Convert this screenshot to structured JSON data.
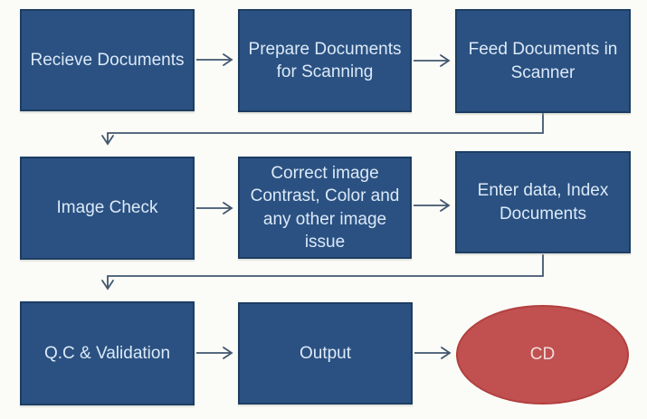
{
  "diagram_type": "flowchart",
  "colors": {
    "background": "#fbfcf8",
    "box_fill": "#2a5181",
    "box_border": "#1d3e63",
    "box_text": "#dce9f8",
    "ellipse_fill": "#c05150",
    "ellipse_border": "#b2403f",
    "ellipse_text": "#f2dcdc",
    "arrow": "#41566e"
  },
  "nodes": [
    {
      "id": "receive-documents",
      "shape": "rect",
      "label": "Recieve Documents"
    },
    {
      "id": "prepare-documents",
      "shape": "rect",
      "label": "Prepare Documents\nfor Scanning"
    },
    {
      "id": "feed-documents",
      "shape": "rect",
      "label": "Feed Documents in\nScanner"
    },
    {
      "id": "image-check",
      "shape": "rect",
      "label": "Image Check"
    },
    {
      "id": "correct-image",
      "shape": "rect",
      "label": "Correct image\nContrast, Color and\nany other image\nissue"
    },
    {
      "id": "enter-data",
      "shape": "rect",
      "label": "Enter data, Index\nDocuments"
    },
    {
      "id": "qc-validation",
      "shape": "rect",
      "label": "Q.C & Validation"
    },
    {
      "id": "output",
      "shape": "rect",
      "label": "Output"
    },
    {
      "id": "cd",
      "shape": "ellipse",
      "label": "CD"
    }
  ],
  "edges": [
    {
      "from": "receive-documents",
      "to": "prepare-documents",
      "type": "straight"
    },
    {
      "from": "prepare-documents",
      "to": "feed-documents",
      "type": "straight"
    },
    {
      "from": "feed-documents",
      "to": "image-check",
      "type": "elbow"
    },
    {
      "from": "image-check",
      "to": "correct-image",
      "type": "straight"
    },
    {
      "from": "correct-image",
      "to": "enter-data",
      "type": "straight"
    },
    {
      "from": "enter-data",
      "to": "qc-validation",
      "type": "elbow"
    },
    {
      "from": "qc-validation",
      "to": "output",
      "type": "straight"
    },
    {
      "from": "output",
      "to": "cd",
      "type": "straight"
    }
  ]
}
